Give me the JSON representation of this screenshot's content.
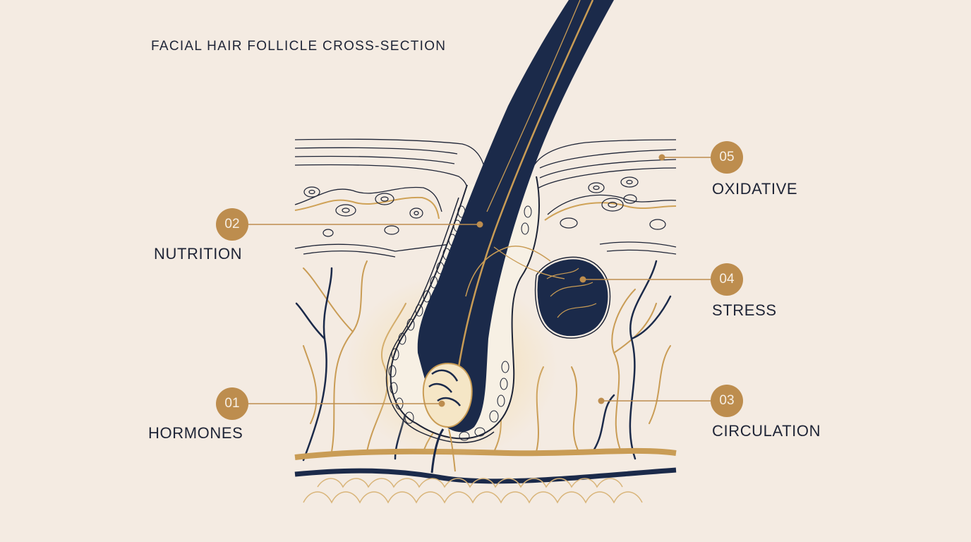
{
  "title": "FACIAL HAIR FOLLICLE CROSS-SECTION",
  "colors": {
    "background": "#f4ebe2",
    "navy": "#1b2a4a",
    "gold": "#bd8d4e",
    "ink": "#1e2436"
  },
  "callouts": [
    {
      "number": "01",
      "label": "HORMONES"
    },
    {
      "number": "02",
      "label": "NUTRITION"
    },
    {
      "number": "03",
      "label": "CIRCULATION"
    },
    {
      "number": "04",
      "label": "STRESS"
    },
    {
      "number": "05",
      "label": "OXIDATIVE"
    }
  ]
}
